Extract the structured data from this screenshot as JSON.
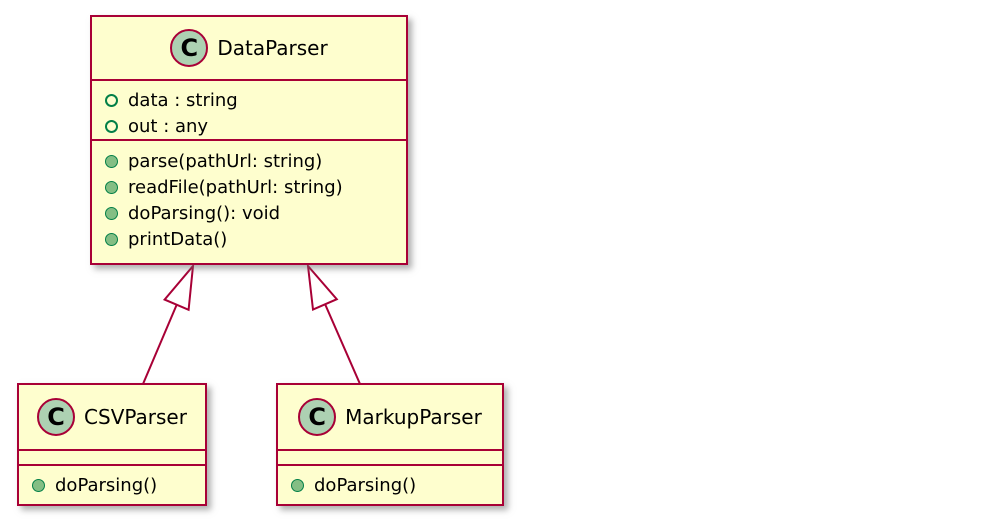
{
  "diagram": {
    "type": "uml-class-diagram",
    "colors": {
      "box_fill": "#FEFECE",
      "box_border": "#A80036",
      "connector": "#A80036",
      "class_icon_fill": "#ADD1B2",
      "class_icon_border": "#A80036",
      "field_icon_ring": "#038048",
      "method_icon_fill": "#84BE84",
      "method_icon_ring": "#038048",
      "text": "#000000",
      "background": "#FFFFFF"
    },
    "classes": [
      {
        "name": "DataParser",
        "icon_letter": "C",
        "fields": [
          "data : string",
          "out : any"
        ],
        "methods": [
          "parse(pathUrl: string)",
          "readFile(pathUrl: string)",
          "doParsing(): void",
          "printData()"
        ]
      },
      {
        "name": "CSVParser",
        "icon_letter": "C",
        "fields": [],
        "methods": [
          "doParsing()"
        ]
      },
      {
        "name": "MarkupParser",
        "icon_letter": "C",
        "fields": [],
        "methods": [
          "doParsing()"
        ]
      }
    ],
    "relations": [
      {
        "from": "CSVParser",
        "to": "DataParser",
        "type": "extends"
      },
      {
        "from": "MarkupParser",
        "to": "DataParser",
        "type": "extends"
      }
    ]
  }
}
